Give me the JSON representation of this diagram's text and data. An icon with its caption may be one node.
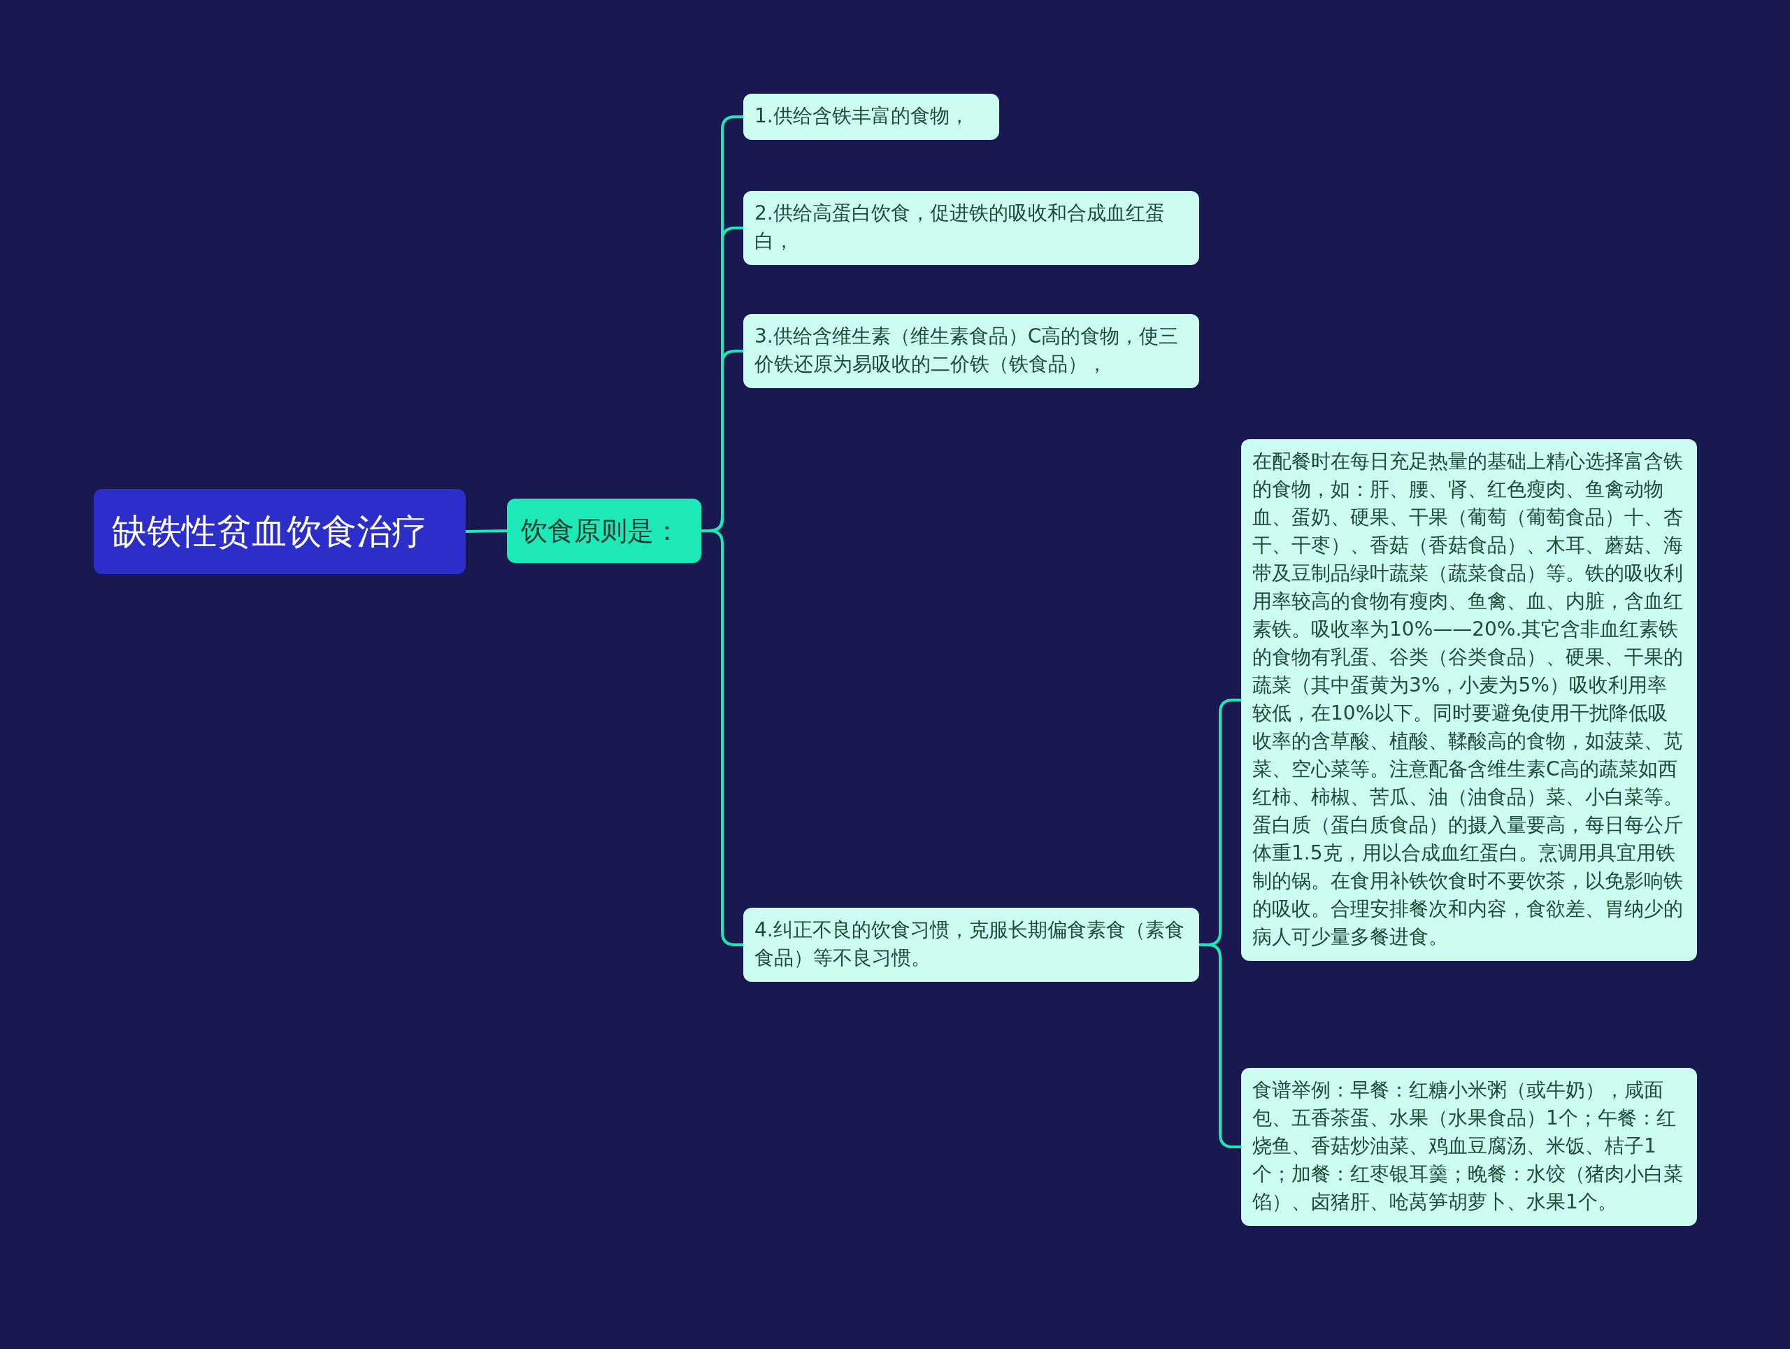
{
  "diagram": {
    "nodes": [
      {
        "text": [
          "缺铁性贫血饮食治疗"
        ]
      },
      {
        "text": [
          "饮食原则是："
        ]
      },
      {
        "text": [
          "1.供给含铁丰富的食物，"
        ]
      },
      {
        "text": [
          "2.供给高蛋白饮食，促进铁的吸收和合成血红蛋白，"
        ]
      },
      {
        "text": [
          "3.供给含维生素（维生素食品）C高的食物，使三价铁还原为易吸收的二价铁（铁食品），"
        ]
      },
      {
        "text": [
          "4.纠正不良的饮食习惯，克服长期偏食素食（素食食品）等不良习惯。"
        ]
      },
      {
        "text": [
          "在配餐时在每日充足热量的基础上精心选择富含铁的食物，如：肝、腰、肾、红色瘦肉、鱼禽动物血、蛋奶、硬果、干果（葡萄（葡萄食品）十、杏干、干枣）、香菇（香菇食品）、木耳、蘑菇、海带及豆制品绿叶蔬菜（蔬菜食品）等。铁的吸收利用率较高的食物有瘦肉、鱼禽、血、内脏，含血红素铁。吸收率为10%——20%.其它含非血红素铁的食物有乳蛋、谷类（谷类食品）、硬果、干果的蔬菜（其中蛋黄为3%，小麦为5%）吸收利用率较低，在10%以下。同时要避免使用干扰降低吸收率的含草酸、植酸、鞣酸高的食物，如菠菜、苋菜、空心菜等。注意配备含维生素C高的蔬菜如西红柿、柿椒、苦瓜、油（油食品）菜、小白菜等。蛋白质（蛋白质食品）的摄入量要高，每日每公斤体重1.5克，用以合成血红蛋白。烹调用具宜用铁制的锅。在食用补铁饮食时不要饮茶，以免影响铁的吸收。合理安排餐次和内容，食欲差、胃纳少的病人可少量多餐进食。"
        ]
      },
      {
        "text": [
          "食谱举例：早餐：红糖小米粥（或牛奶），咸面包、五香茶蛋、水果（水果食品）1个；午餐：红烧鱼、香菇炒油菜、鸡血豆腐汤、米饭、桔子1个；加餐：红枣银耳羹；晚餐：水饺（猪肉小白菜馅）、卤猪肝、呛莴笋胡萝卜、水果1个。"
        ]
      }
    ],
    "edges": [
      {
        "from": 0,
        "to": 1,
        "arrow": "none"
      },
      {
        "from": 1,
        "to": 2,
        "arrow": "none"
      },
      {
        "from": 1,
        "to": 3,
        "arrow": "none"
      },
      {
        "from": 1,
        "to": 4,
        "arrow": "none"
      },
      {
        "from": 1,
        "to": 5,
        "arrow": "none"
      },
      {
        "from": 5,
        "to": 6,
        "arrow": "none"
      },
      {
        "from": 5,
        "to": 7,
        "arrow": "none"
      }
    ]
  }
}
